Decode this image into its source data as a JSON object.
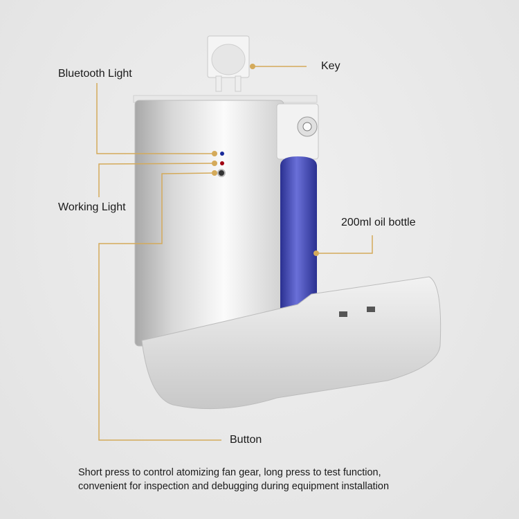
{
  "labels": {
    "key": "Key",
    "bluetooth_light": "Bluetooth Light",
    "working_light": "Working Light",
    "oil_bottle": "200ml oil bottle",
    "button": "Button"
  },
  "caption": {
    "line1": "Short press to control atomizing fan gear, long press to test function,",
    "line2": "convenient for inspection and debugging during equipment installation"
  },
  "colors": {
    "leader": "#d4aa5a",
    "bottle": "#3f47b8",
    "bluetooth_led": "#1a2a9a",
    "working_led": "#a00010"
  }
}
